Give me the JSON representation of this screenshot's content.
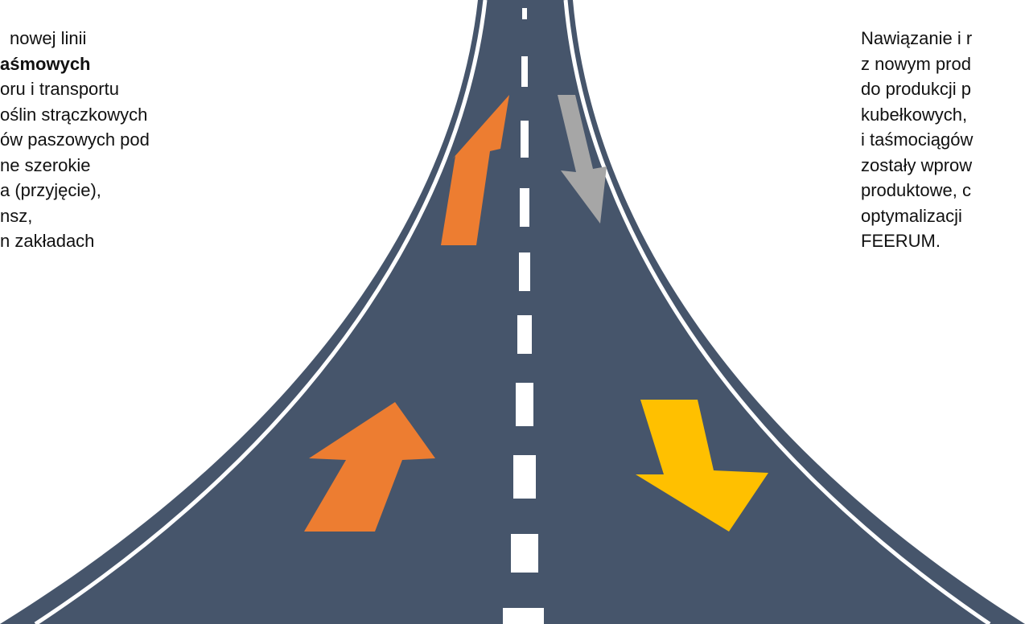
{
  "left_text": {
    "lines": [
      "nowej linii",
      "aśmowych",
      "oru i transportu",
      "oślin strączkowych",
      "ów paszowych pod",
      "ne szerokie",
      "a (przyjęcie),",
      "nsz,",
      "n zakładach"
    ]
  },
  "right_text": {
    "lines": [
      "Nawiązanie i r",
      "z nowym prod",
      "do produkcji p",
      "kubełkowych,",
      "i taśmociągów",
      "zostały wprow",
      "produktowe, c",
      "optymalizacji",
      "FEERUM."
    ]
  },
  "colors": {
    "road": "#46556b",
    "road_edge_line": "#ffffff",
    "center_dash": "#ffffff",
    "arrow_orange": "#ed7d31",
    "arrow_gray": "#a6a6a6",
    "arrow_yellow": "#ffc000"
  },
  "icons": {
    "arrows": [
      "arrow-up-orange-small",
      "arrow-down-gray-small",
      "arrow-up-orange-large",
      "arrow-down-yellow-large"
    ]
  }
}
